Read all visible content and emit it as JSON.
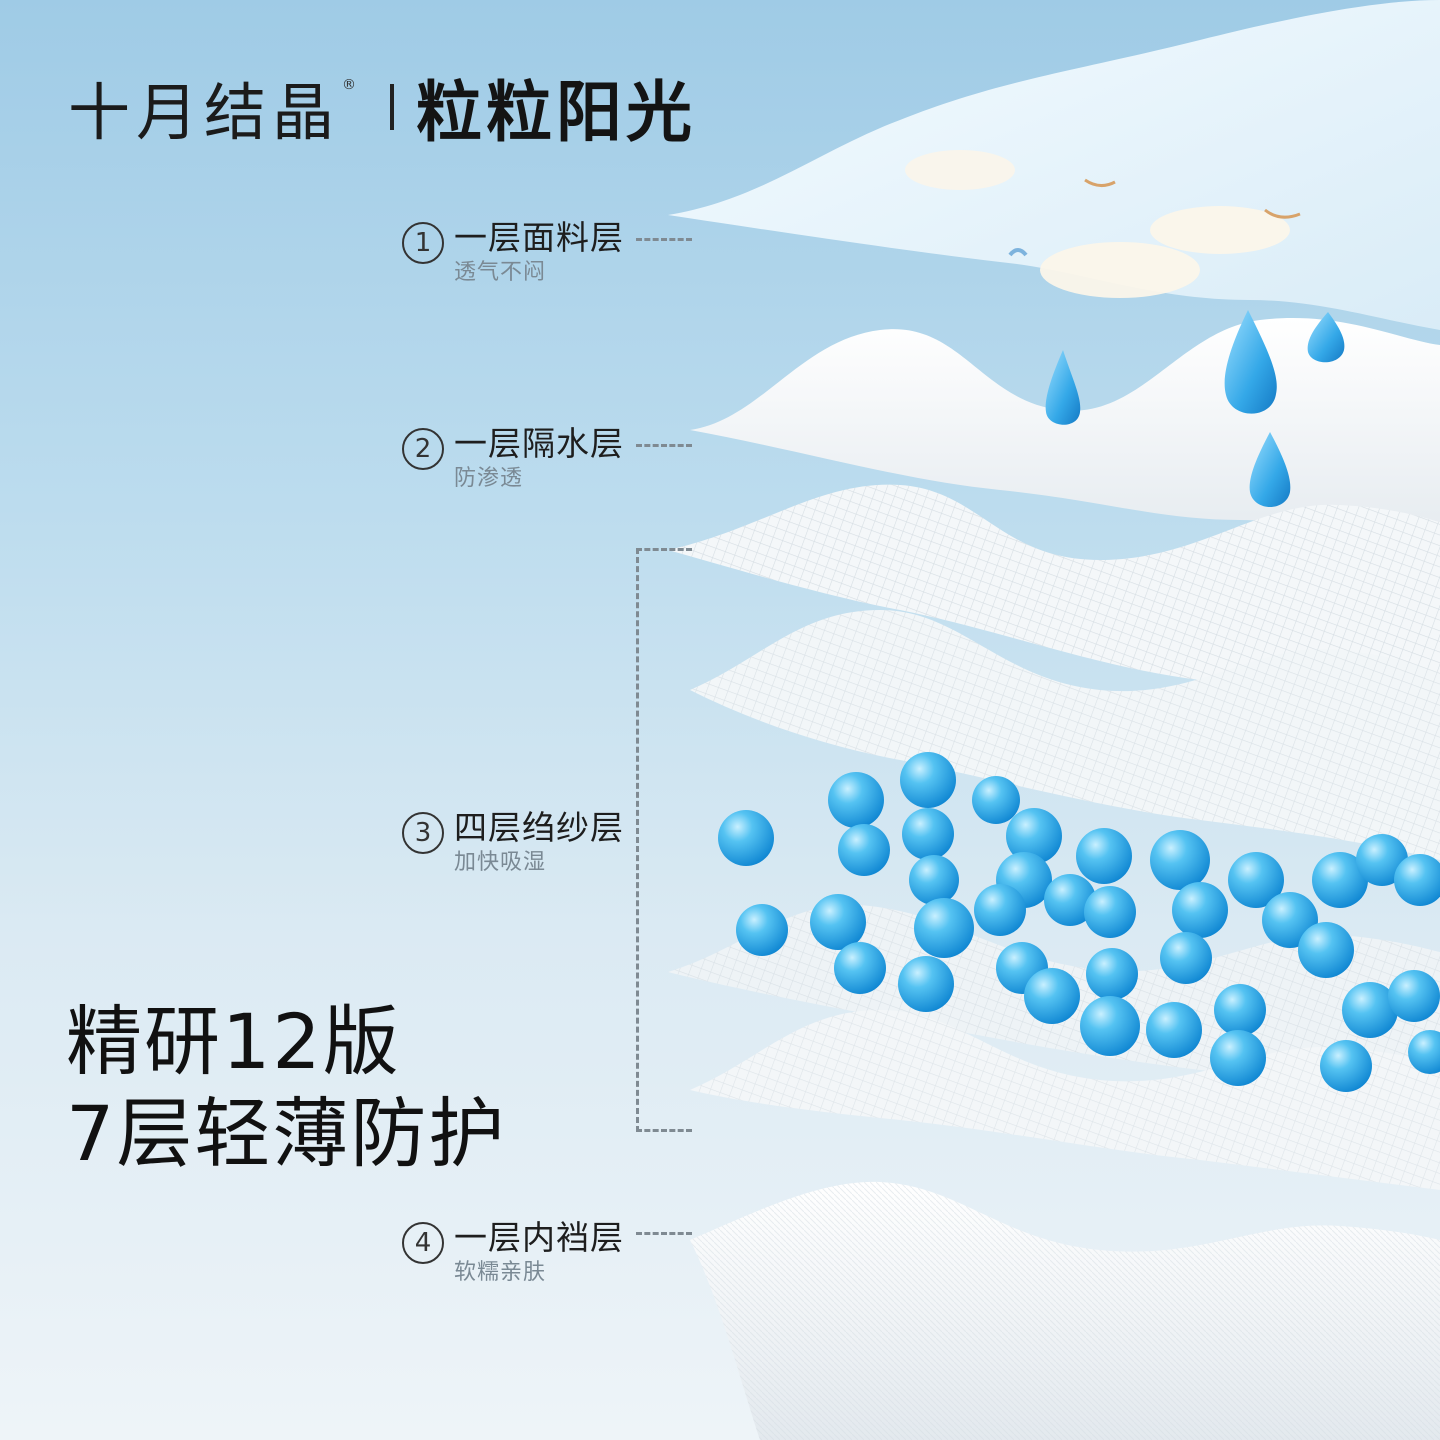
{
  "brand": {
    "name": "十月结晶",
    "registered": "®",
    "series": "粒粒阳光"
  },
  "layers": [
    {
      "number": "1",
      "title": "一层面料层",
      "subtitle": "透气不闷"
    },
    {
      "number": "2",
      "title": "一层隔水层",
      "subtitle": "防渗透"
    },
    {
      "number": "3",
      "title": "四层绉纱层",
      "subtitle": "加快吸湿"
    },
    {
      "number": "4",
      "title": "一层内裆层",
      "subtitle": "软糯亲肤"
    }
  ],
  "headline": {
    "line1": "精研12版",
    "line2": "7层轻薄防护"
  },
  "colors": {
    "droplet": "#3aa6e6",
    "bead": "#2fa4e8",
    "sheet": "#f7fafc"
  }
}
